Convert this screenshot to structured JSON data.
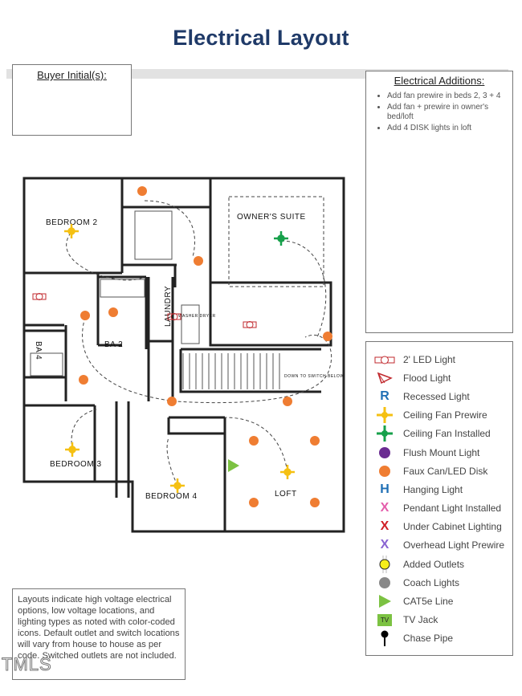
{
  "title": "Electrical Layout",
  "buyer_initials": {
    "label": "Buyer Initial(s):"
  },
  "electrical_additions": {
    "heading": "Electrical Additions:",
    "items": [
      "Add fan prewire in beds 2, 3 + 4",
      "Add fan + prewire in owner's bed/loft",
      "Add 4 DISK lights in loft"
    ]
  },
  "floor_plan": {
    "rooms": {
      "bedroom2": "BEDROOM 2",
      "owners_suite": "OWNER'S SUITE",
      "ba4": "BA 4",
      "ba2": "BA 2",
      "laundry": "LAUNDRY",
      "bedroom3": "BEDROOM 3",
      "bedroom4": "BEDROOM 4",
      "loft": "LOFT",
      "down_note": "DOWN TO SWITCH BELOW",
      "washer": "WASHER DRYER"
    }
  },
  "legend": {
    "items": [
      {
        "label": "2' LED Light",
        "icon": "led-light-icon",
        "color": "#c0282d"
      },
      {
        "label": "Flood Light",
        "icon": "flood-light-icon",
        "color": "#c0282d"
      },
      {
        "label": "Recessed Light",
        "icon": "recessed-light-icon",
        "color": "#1f6fb5"
      },
      {
        "label": "Ceiling Fan Prewire",
        "icon": "ceiling-fan-prewire-icon",
        "color": "#f5c012"
      },
      {
        "label": "Ceiling Fan Installed",
        "icon": "ceiling-fan-installed-icon",
        "color": "#16a04a"
      },
      {
        "label": "Flush Mount Light",
        "icon": "flush-mount-icon",
        "color": "#6a2c91"
      },
      {
        "label": "Faux Can/LED Disk",
        "icon": "faux-can-icon",
        "color": "#ef7d32"
      },
      {
        "label": "Hanging Light",
        "icon": "hanging-light-icon",
        "color": "#1f6fb5"
      },
      {
        "label": "Pendant Light Installed",
        "icon": "pendant-light-icon",
        "color": "#e45dab"
      },
      {
        "label": "Under Cabinet Lighting",
        "icon": "under-cabinet-icon",
        "color": "#d01f26"
      },
      {
        "label": "Overhead Light Prewire",
        "icon": "overhead-prewire-icon",
        "color": "#8a63d2"
      },
      {
        "label": "Added Outlets",
        "icon": "outlet-icon",
        "color": "#f6ee1a"
      },
      {
        "label": "Coach Lights",
        "icon": "coach-light-icon",
        "color": "#888888"
      },
      {
        "label": "CAT5e Line",
        "icon": "cat5e-icon",
        "color": "#7cc242"
      },
      {
        "label": "TV Jack",
        "icon": "tv-jack-icon",
        "color": "#7cc242",
        "glyph": "TV"
      },
      {
        "label": "Chase Pipe",
        "icon": "chase-pipe-icon",
        "color": "#000000"
      }
    ]
  },
  "note": "Layouts indicate high voltage electrical options, low voltage locations, and lighting types as noted with color-coded icons. Default outlet and switch locations will vary from house to house as per code. Switched outlets are not included.",
  "watermark": "TMLS"
}
